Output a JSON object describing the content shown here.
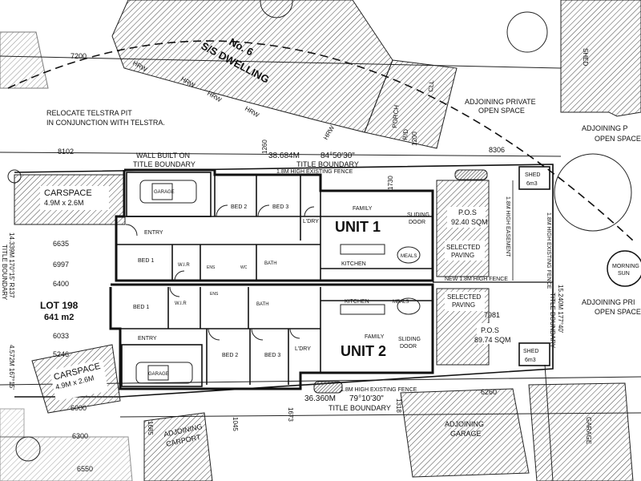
{
  "dims_top": {
    "d7200": "7200",
    "d8102": "8102",
    "d1260": "1260",
    "d8306": "8306",
    "d1730": "1730",
    "d1200": "1200"
  },
  "boundary_top": {
    "length": "38.684M",
    "bearing": "84°50'30\"",
    "label": "TITLE BOUNDARY"
  },
  "boundary_bottom": {
    "length": "36.360M",
    "bearing": "79°10'30\"",
    "label": "TITLE BOUNDARY"
  },
  "dwelling": {
    "line1": "No. 6",
    "line2": "S/S DWELLING"
  },
  "hrw": [
    "HRW",
    "HRW",
    "HRW",
    "HRW",
    "HRW"
  ],
  "porch_labels": {
    "porch": "PORCH",
    "rd": "R/D",
    "c": "CLL"
  },
  "notes": {
    "telstra1": "RELOCATE TELSTRA PIT",
    "telstra2": "IN CONJUNCTION WITH TELSTRA.",
    "wall1": "WALL BUILT ON",
    "wall2": "TITLE BOUNDARY",
    "fence_top": "1.8M HIGH EXISTING FENCE",
    "fence_bottom": "1.8M HIGH EXISTING FENCE",
    "fence_right": "1.8M HIGH EXISTING FENCE",
    "fence_new": "NEW 1.8M HIGH FENCE",
    "fence_easement": "1.8M HIGH EASEMENT"
  },
  "open_space": {
    "a1": "ADJOINING PRIVATE",
    "a2": "OPEN SPACE",
    "b1": "ADJOINING P",
    "b2": "OPEN SPACE",
    "c1": "ADJOINING PRI",
    "c2": "OPEN SPACE"
  },
  "shed_right": "SHED",
  "morning_sun": {
    "l1": "MORNING",
    "l2": "SUN"
  },
  "unit1": {
    "title": "UNIT 1",
    "family": "FAMILY",
    "sliding1": "SLIDING",
    "sliding2": "DOOR",
    "kitchen": "KITCHEN",
    "meals": "MEALS",
    "bed1": "BED 1",
    "bed2": "BED 2",
    "bed3": "BED 3",
    "ldry": "L'DRY",
    "garage": "GARAGE",
    "entry": "ENTRY",
    "wir": "W.I.R",
    "bath": "BATH",
    "ens": "ENS",
    "wc": "WC",
    "pos1": "P.O.S",
    "pos2": "92.40 SQM",
    "paving1": "SELECTED",
    "paving2": "PAVING",
    "shed1": "SHED",
    "shed2": "6m3"
  },
  "unit2": {
    "title": "UNIT 2",
    "family": "FAMILY",
    "sliding1": "SLIDING",
    "sliding2": "DOOR",
    "kitchen": "KITCHEN",
    "meals": "MEALS",
    "bed1": "BED 1",
    "bed2": "BED 2",
    "bed3": "BED 3",
    "ldry": "L'DRY",
    "garage": "GARAGE",
    "entry": "ENTRY",
    "wir": "W.I.R",
    "bath": "BATH",
    "ens": "ENS",
    "pos1": "P.O.S",
    "pos2": "89.74 SQM",
    "paving1": "SELECTED",
    "paving2": "PAVING",
    "shed1": "SHED",
    "shed2": "6m3"
  },
  "carspace_top": {
    "l1": "CARSPACE",
    "l2": "4.9M x 2.6M"
  },
  "carspace_bottom": {
    "l1": "CARSPACE",
    "l2": "4.9M x 2.6M"
  },
  "lot": {
    "l1": "LOT 198",
    "l2": "641 m2"
  },
  "dims_left": {
    "d6635": "6635",
    "d6997": "6997",
    "d6400": "6400",
    "d6033": "6033",
    "d5246": "5246",
    "d6000": "6000",
    "d6300": "6300",
    "d6550": "6550"
  },
  "left_boundary": {
    "top": "14.339M 170°15' R137",
    "top2": "TITLE BOUNDARY",
    "bottom": "4.572M 167°15'"
  },
  "right_boundary": {
    "line1": "15.240M 177°40'",
    "line2": "TITLE BOUNDARY"
  },
  "dims_misc": {
    "d7981": "7981",
    "d6260": "6260",
    "d1045": "1045",
    "d1673": "1673",
    "d1685": "1685",
    "d1318": "1318"
  },
  "adjoining": {
    "garage1": "ADJOINING",
    "garage2": "GARAGE",
    "carport1": "ADJOINING",
    "carport2": "CARPORT",
    "garage_right": "GARAGE"
  }
}
